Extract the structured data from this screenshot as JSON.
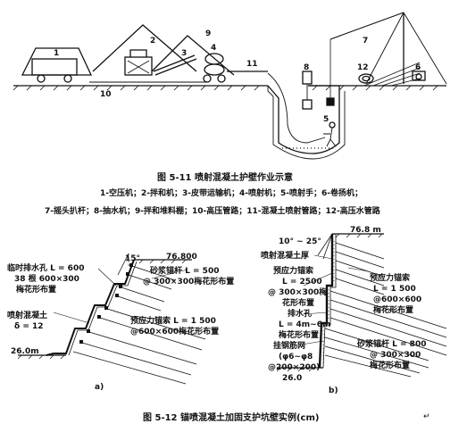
{
  "figure1": {
    "caption": "图 5-11    喷射混凝土护壁作业示意",
    "legend_line1": "1-空压机；2-拌和机；3-皮带运输机；4-喷射机；5-喷射手；6-卷扬机；",
    "legend_line2": "7-摇头扒杆；8-抽水机；9-拌和堆料棚；10-高压管路；11-混凝土喷射管路；12-高压水管路",
    "labels": [
      "1",
      "2",
      "3",
      "4",
      "5",
      "6",
      "7",
      "8",
      "9",
      "10",
      "11",
      "12"
    ]
  },
  "figure2": {
    "caption": "图 5-12    锚喷混凝土加固支护坑壁实例(cm)",
    "a": {
      "sub": "a)",
      "angle": "15°",
      "elev_top": "76.800",
      "elev_bottom": "26.0m",
      "drain1": "临时排水孔 L = 600",
      "drain2": "38  根  600×300",
      "drain3": "梅花形布置",
      "grout1": "砂浆锚杆 L = 500",
      "grout2": "@ 300×300梅花形布置",
      "shot1": "喷射混凝土",
      "shot2": "δ = 12",
      "pre1": "预应力锚索 L = 1 500",
      "pre2": "@600×600梅花形布置"
    },
    "b": {
      "sub": "b)",
      "angle": "10° ~ 25°",
      "elev_top": "76.8 m",
      "elev_bottom": "26.0",
      "thick": "喷射混凝土厚",
      "pa1": "预应力锚索",
      "pa2": "L = 2500",
      "pa3": "@ 300×300梅",
      "pa4": "花形布置",
      "drain1": "排水孔",
      "drain2": "L = 4m~6m",
      "drain3": "梅花形布置",
      "mesh1": "挂钢筋网",
      "mesh2": "(φ6~φ8",
      "mesh3": "@200×200)",
      "pr1": "预应力锚索",
      "pr2": "L = 1 500",
      "pr3": "@600×600",
      "pr4": "梅花形布置",
      "gr1": "砂浆锚杆 L = 800",
      "gr2": "@ 300×300",
      "gr3": "梅花形布置"
    },
    "mark": "↵"
  }
}
